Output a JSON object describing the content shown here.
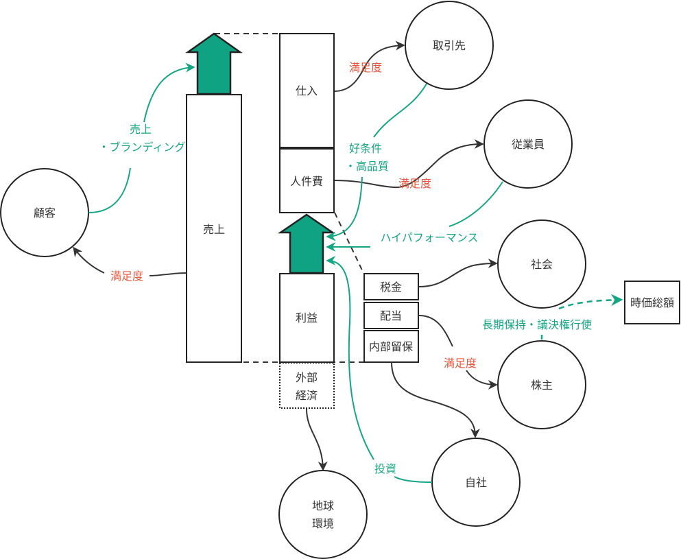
{
  "nodes": {
    "customer": "顧客",
    "sales": "売上",
    "purchase": "仕入",
    "labor": "人件費",
    "profit": "利益",
    "external": [
      "外部",
      "経済"
    ],
    "tax": "税金",
    "dividend": "配当",
    "retained": "内部留保",
    "supplier": "取引先",
    "employee": "従業員",
    "society": "社会",
    "shareholder": "株主",
    "company": "自社",
    "earth": [
      "地球",
      "環境"
    ],
    "market_cap": "時価総額"
  },
  "edge_labels": {
    "satisfaction": "満足度",
    "sales_branding": [
      "売上",
      "・ブランディング"
    ],
    "good_terms": [
      "好条件",
      "・高品質"
    ],
    "high_performance": "ハイパフォーマンス",
    "long_term": "長期保持・議決権行使",
    "investment": "投資"
  },
  "colors": {
    "accent_green": "#14a584",
    "arrow_fill": "#0fa383",
    "satisfaction_red": "#e8543c",
    "stroke": "#222222"
  }
}
